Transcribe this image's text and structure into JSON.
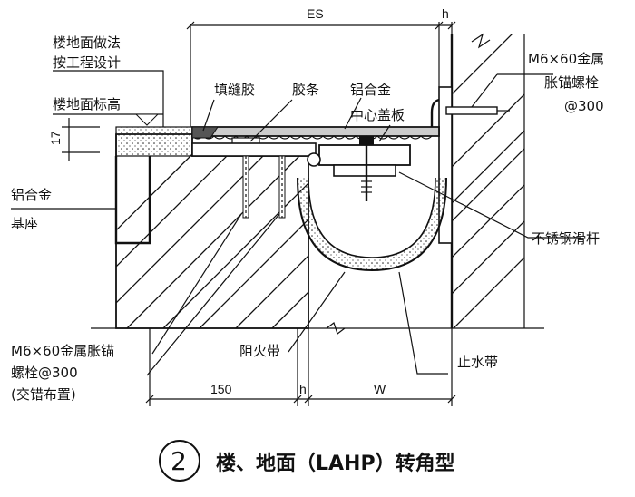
{
  "dimensions": {
    "es": "ES",
    "h_top": "h",
    "h_bottom": "h",
    "d150": "150",
    "w": "W",
    "d17": "17"
  },
  "labels": {
    "floor_method_1": "楼地面做法",
    "floor_method_2": "按工程设计",
    "floor_elevation": "楼地面标高",
    "filler": "填缝胶",
    "rubber_strip": "胶条",
    "aluminum_alloy": "铝合金",
    "center_cover": "中心盖板",
    "anchor_top_1": "M6×60金属",
    "anchor_top_2": "胀锚螺栓",
    "anchor_top_3": "@300",
    "base_1": "铝合金",
    "base_2": "基座",
    "slide_rod": "不锈钢滑杆",
    "anchor_bottom_1": "M6×60金属胀锚",
    "anchor_bottom_2": "螺栓@300",
    "anchor_bottom_3": "(交错布置)",
    "fire_belt": "阻火带",
    "water_stop": "止水带"
  },
  "caption": {
    "number": "2",
    "title": "楼、地面（LAHP）转角型"
  }
}
